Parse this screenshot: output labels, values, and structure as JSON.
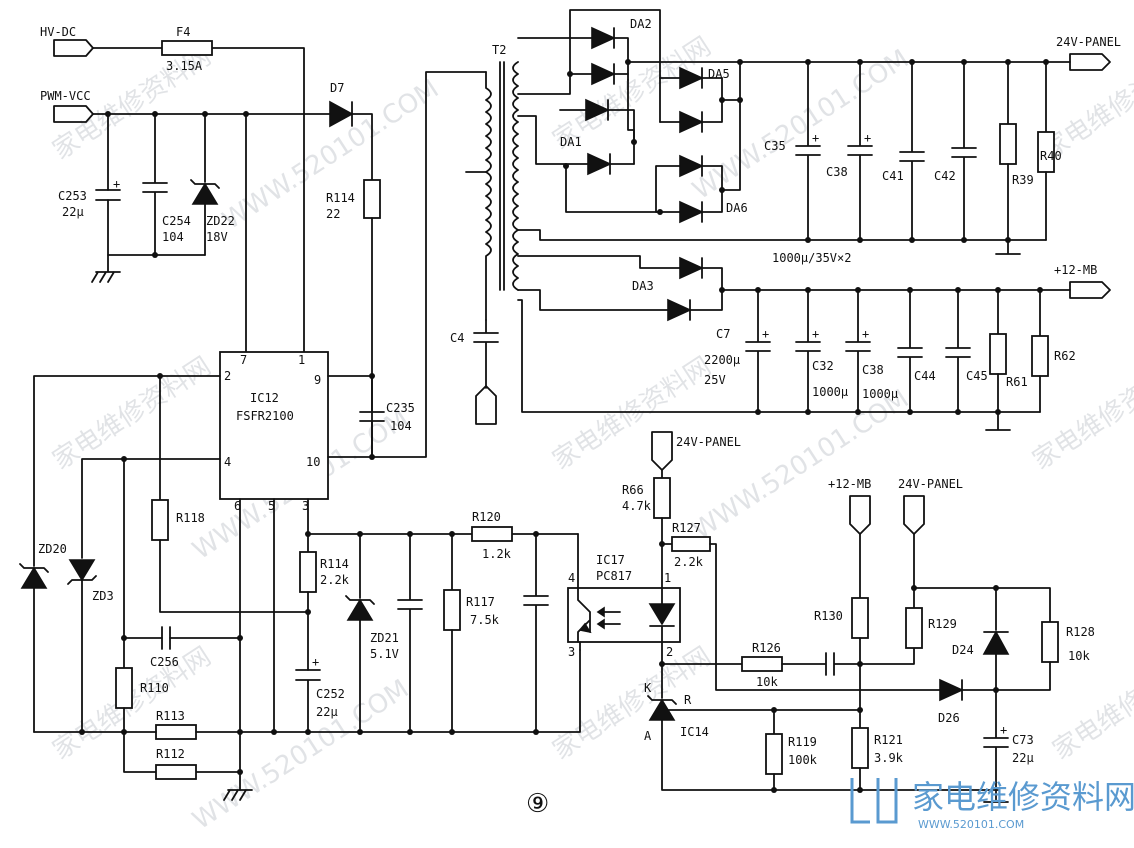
{
  "ports": {
    "hv_dc": "HV-DC",
    "pwm_vcc": "PWM-VCC",
    "panel_24v_out": "24V-PANEL",
    "mb_12v_out": "+12-MB",
    "panel_24v_in_1": "24V-PANEL",
    "mb_12v_in": "+12-MB",
    "panel_24v_in_2": "24V-PANEL"
  },
  "ic12": {
    "ref": "IC12",
    "part": "FSFR2100",
    "pins": {
      "p1": "1",
      "p2": "2",
      "p3": "3",
      "p4": "4",
      "p5": "5",
      "p6": "6",
      "p7": "7",
      "p9": "9",
      "p10": "10"
    }
  },
  "ic17": {
    "ref": "IC17",
    "part": "PC817",
    "pins": {
      "p1": "1",
      "p2": "2",
      "p3": "3",
      "p4": "4"
    }
  },
  "ic14": {
    "ref": "IC14",
    "k": "K",
    "r": "R",
    "a": "A"
  },
  "transformer": {
    "ref": "T2"
  },
  "components": {
    "f4": {
      "ref": "F4",
      "value": "3.15A"
    },
    "d7": {
      "ref": "D7"
    },
    "c253": {
      "ref": "C253",
      "value": "22μ"
    },
    "c254": {
      "ref": "C254",
      "value": "104"
    },
    "zd22": {
      "ref": "ZD22",
      "value": "18V"
    },
    "r114_top": {
      "ref": "R114",
      "value": "22"
    },
    "c235": {
      "ref": "C235",
      "value": "104"
    },
    "c4": {
      "ref": "C4"
    },
    "r118": {
      "ref": "R118"
    },
    "zd20": {
      "ref": "ZD20"
    },
    "zd3": {
      "ref": "ZD3"
    },
    "c256": {
      "ref": "C256"
    },
    "r110": {
      "ref": "R110"
    },
    "r113": {
      "ref": "R113"
    },
    "r112": {
      "ref": "R112"
    },
    "r114_bot": {
      "ref": "R114",
      "value": "2.2k"
    },
    "c252": {
      "ref": "C252",
      "value": "22μ"
    },
    "zd21": {
      "ref": "ZD21",
      "value": "5.1V"
    },
    "r120": {
      "ref": "R120",
      "value": "1.2k"
    },
    "r117": {
      "ref": "R117",
      "value": "7.5k"
    },
    "da1": {
      "ref": "DA1"
    },
    "da2": {
      "ref": "DA2"
    },
    "da3": {
      "ref": "DA3"
    },
    "da5": {
      "ref": "DA5"
    },
    "da6": {
      "ref": "DA6"
    },
    "c35": {
      "ref": "C35"
    },
    "c38_top": {
      "ref": "C38"
    },
    "c41": {
      "ref": "C41"
    },
    "c42": {
      "ref": "C42"
    },
    "r39": {
      "ref": "R39"
    },
    "r40": {
      "ref": "R40"
    },
    "bank_note": "1000μ/35V×2",
    "c7": {
      "ref": "C7",
      "value": "2200μ",
      "rating": "25V"
    },
    "c32": {
      "ref": "C32",
      "value": "1000μ"
    },
    "c38_bot": {
      "ref": "C38",
      "value": "1000μ"
    },
    "c44": {
      "ref": "C44"
    },
    "c45": {
      "ref": "C45"
    },
    "r61": {
      "ref": "R61"
    },
    "r62": {
      "ref": "R62"
    },
    "r66": {
      "ref": "R66",
      "value": "4.7k"
    },
    "r127": {
      "ref": "R127",
      "value": "2.2k"
    },
    "r126": {
      "ref": "R126",
      "value": "10k"
    },
    "r130": {
      "ref": "R130"
    },
    "r129": {
      "ref": "R129"
    },
    "r128": {
      "ref": "R128",
      "value": "10k"
    },
    "d24": {
      "ref": "D24"
    },
    "d26": {
      "ref": "D26"
    },
    "r119": {
      "ref": "R119",
      "value": "100k"
    },
    "r121": {
      "ref": "R121",
      "value": "3.9k"
    },
    "c73": {
      "ref": "C73",
      "value": "22μ"
    }
  },
  "figure_number": "⑨",
  "watermark": {
    "text": "家电维修资料网",
    "site": "WWW.520101.COM",
    "brand": "家电维修资料网"
  },
  "colors": {
    "ink": "#111111",
    "paper": "#ffffff",
    "watermark": "#c9cdd3",
    "brand": "#5a9ad0"
  }
}
